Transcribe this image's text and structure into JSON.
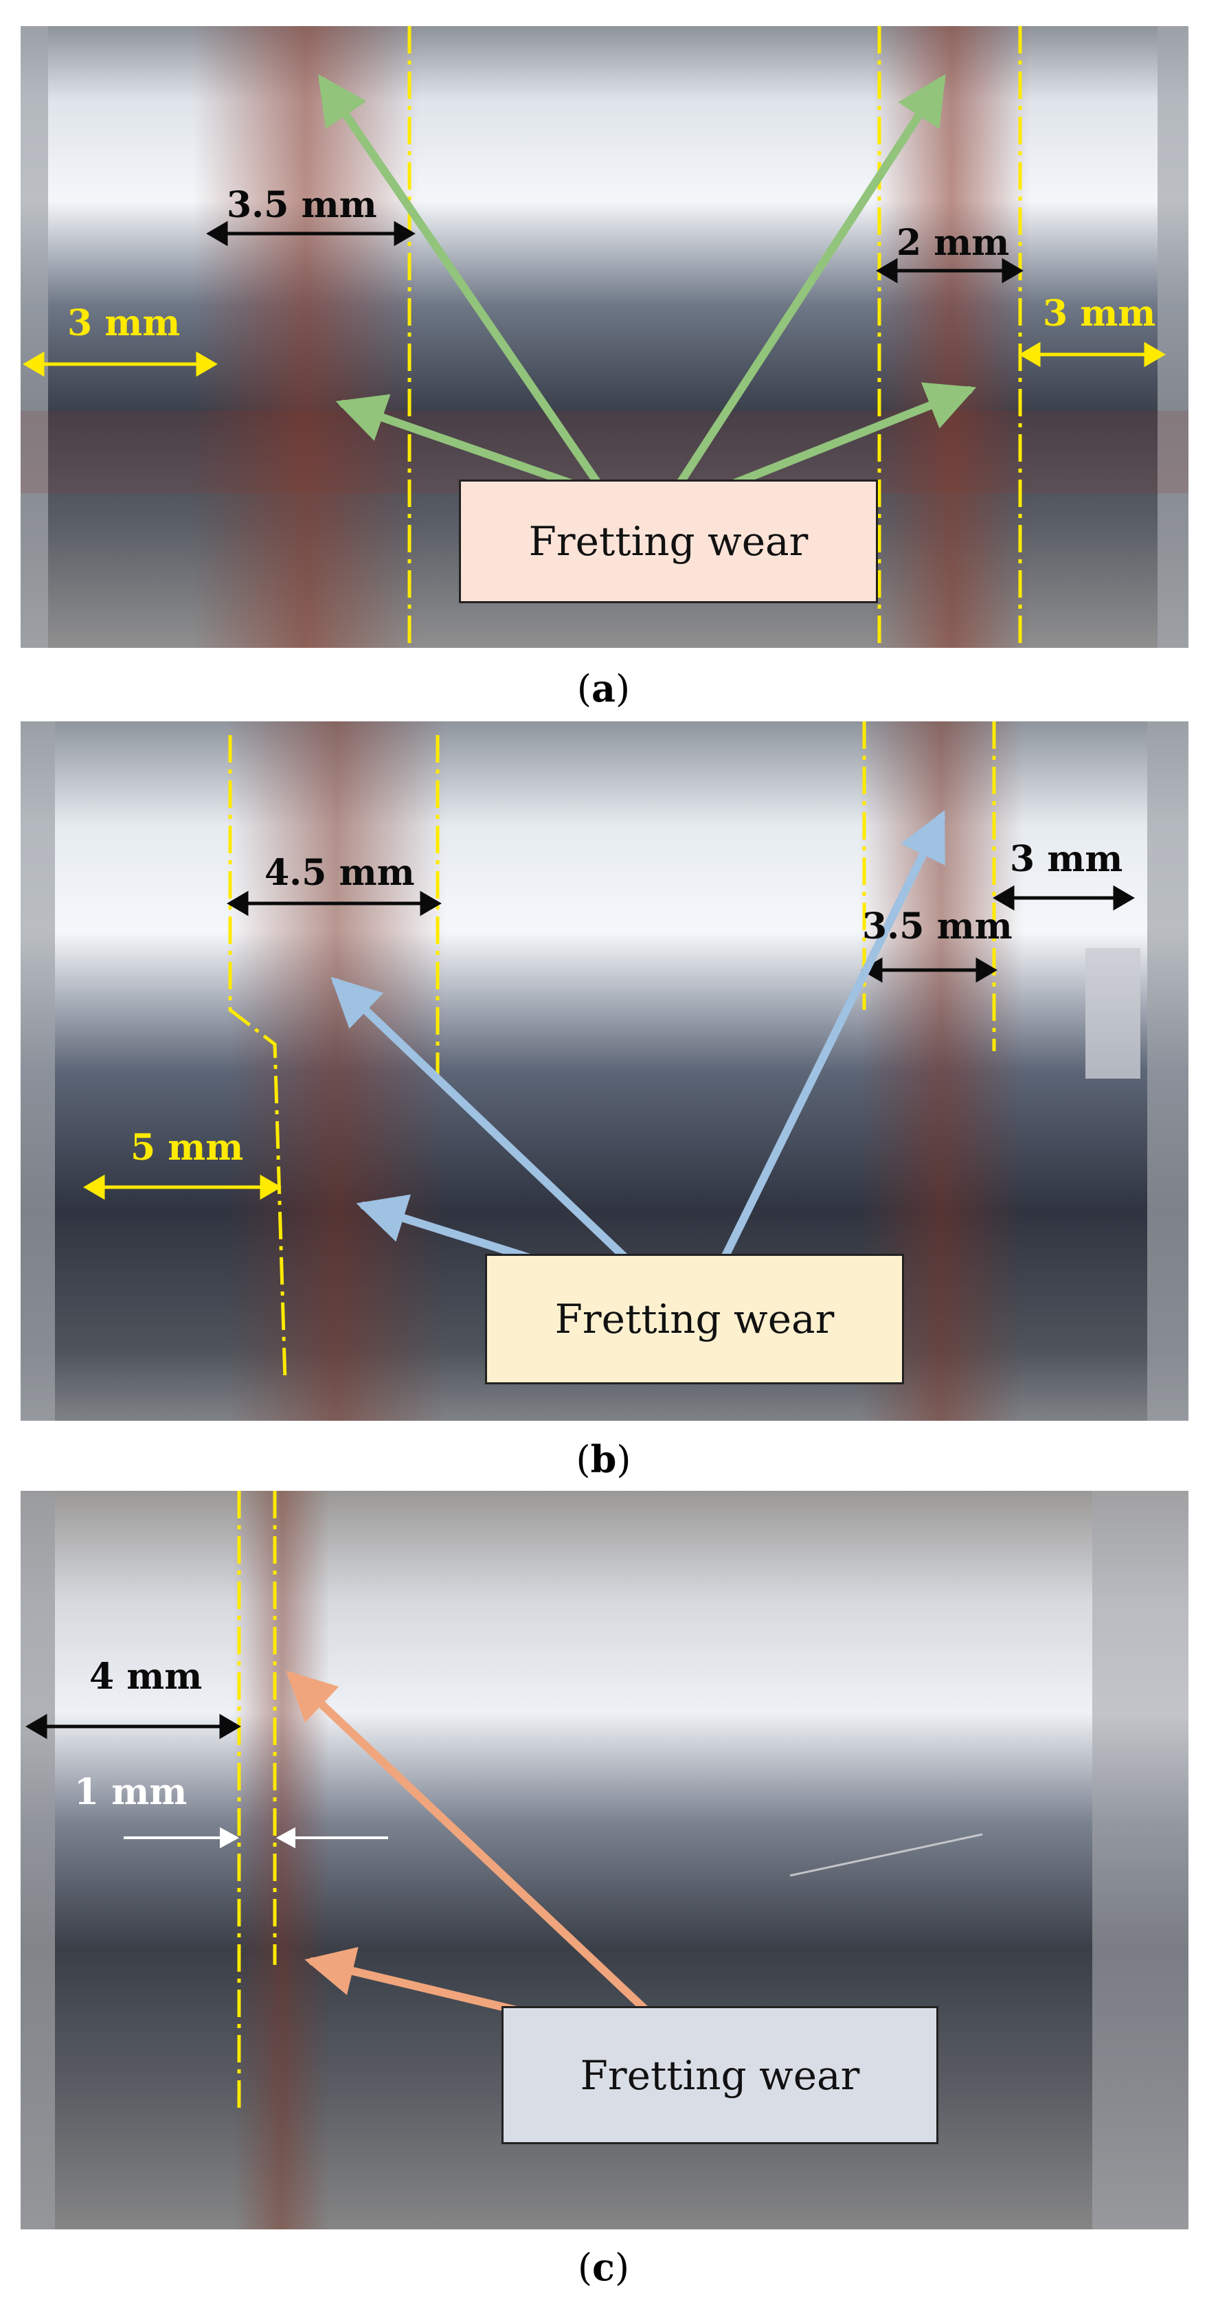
{
  "panels": [
    {
      "caption_letter": "a",
      "box_label": "Fretting wear",
      "box_color": "#fbe3d8",
      "arrow_color": "#92c47c",
      "dims": [
        "3.5 mm",
        "2 mm",
        "3 mm",
        "3 mm"
      ]
    },
    {
      "caption_letter": "b",
      "box_label": "Fretting wear",
      "box_color": "#fdf0cf",
      "arrow_color": "#9fc1e2",
      "dims": [
        "4.5 mm",
        "3 mm",
        "3.5 mm",
        "5 mm"
      ]
    },
    {
      "caption_letter": "c",
      "box_label": "Fretting wear",
      "box_color": "#d9dde6",
      "arrow_color": "#f1a57c",
      "dims": [
        "4 mm",
        "1 mm"
      ]
    }
  ],
  "colors": {
    "guide_line": "#ffea00",
    "dim_black": "#0a0a0a",
    "dim_yellow": "#ffea00",
    "dim_white": "#ffffff"
  }
}
